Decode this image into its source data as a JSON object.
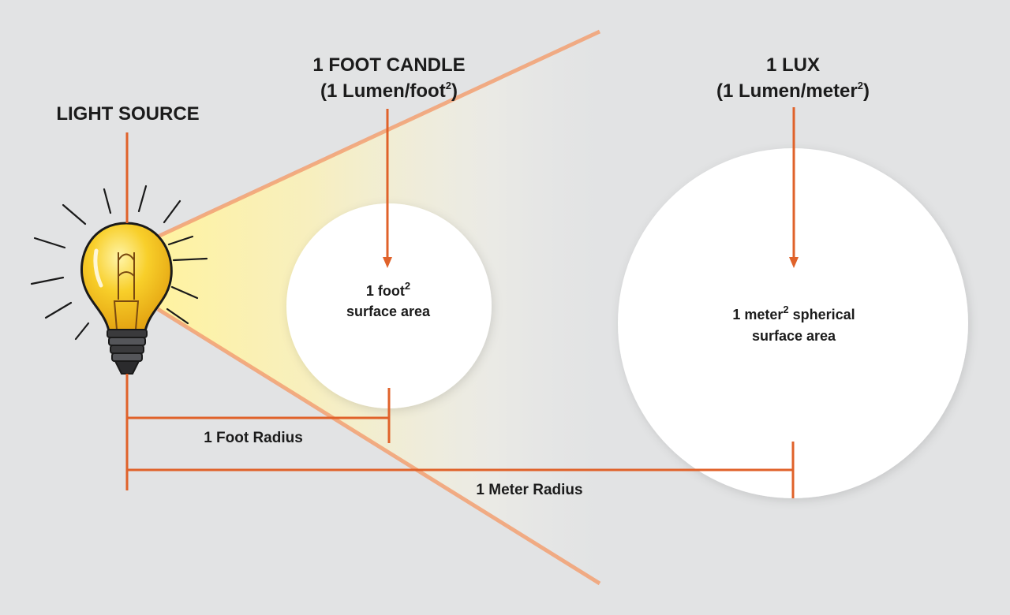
{
  "labels": {
    "light_source": "LIGHT SOURCE",
    "foot_candle_title": "1 FOOT CANDLE",
    "foot_candle_unit_base": "(1 Lumen/foot",
    "foot_candle_unit_exp": "2",
    "foot_candle_unit_close": ")",
    "lux_title": "1 LUX",
    "lux_unit_base": "(1 Lumen/meter",
    "lux_unit_exp": "2",
    "lux_unit_close": ")",
    "small_circle_line1_base": "1 foot",
    "small_circle_line1_exp": "2",
    "small_circle_line2": "surface area",
    "large_circle_line1_base": "1 meter",
    "large_circle_line1_exp": "2",
    "large_circle_line1_rest": " spherical",
    "large_circle_line2": "surface area",
    "foot_radius": "1 Foot Radius",
    "meter_radius": "1 Meter Radius"
  },
  "colors": {
    "background": "#e2e3e4",
    "line": "#e0622a",
    "bulb": "#f6c21c",
    "bulb_highlight": "#fff4a8",
    "bulb_base": "#3a3a3c",
    "circle_fill": "#ffffff",
    "beam": "#fff6a6",
    "text": "#1b1b1b"
  },
  "icons": {
    "light_bulb": "light-bulb-icon"
  }
}
